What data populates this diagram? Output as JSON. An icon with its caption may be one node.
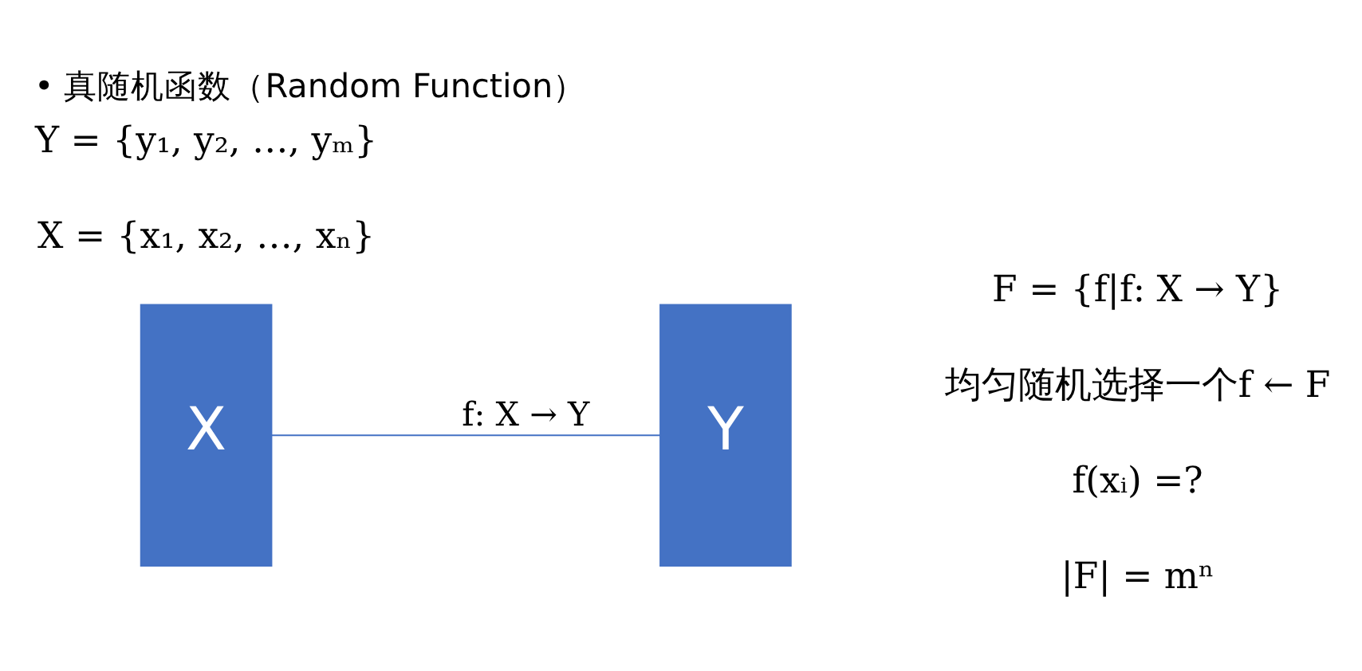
{
  "diagram": {
    "title": "• 真随机函数（Random Function）",
    "nodes": [
      {
        "text": [
          "X"
        ]
      },
      {
        "text": [
          "Y"
        ]
      }
    ],
    "edges": [
      {
        "from": 0,
        "to": 1,
        "arrow": "none",
        "label": "f: X → Y"
      }
    ],
    "labels": [
      "F = {f|f: X → Y}",
      "均匀随机选择一个f ← F",
      "f(xᵢ) =?",
      "|F| = mⁿ",
      "X = {x₁, x₂, …, xₙ}",
      "Y = {y₁, y₂, …, yₘ}"
    ]
  }
}
